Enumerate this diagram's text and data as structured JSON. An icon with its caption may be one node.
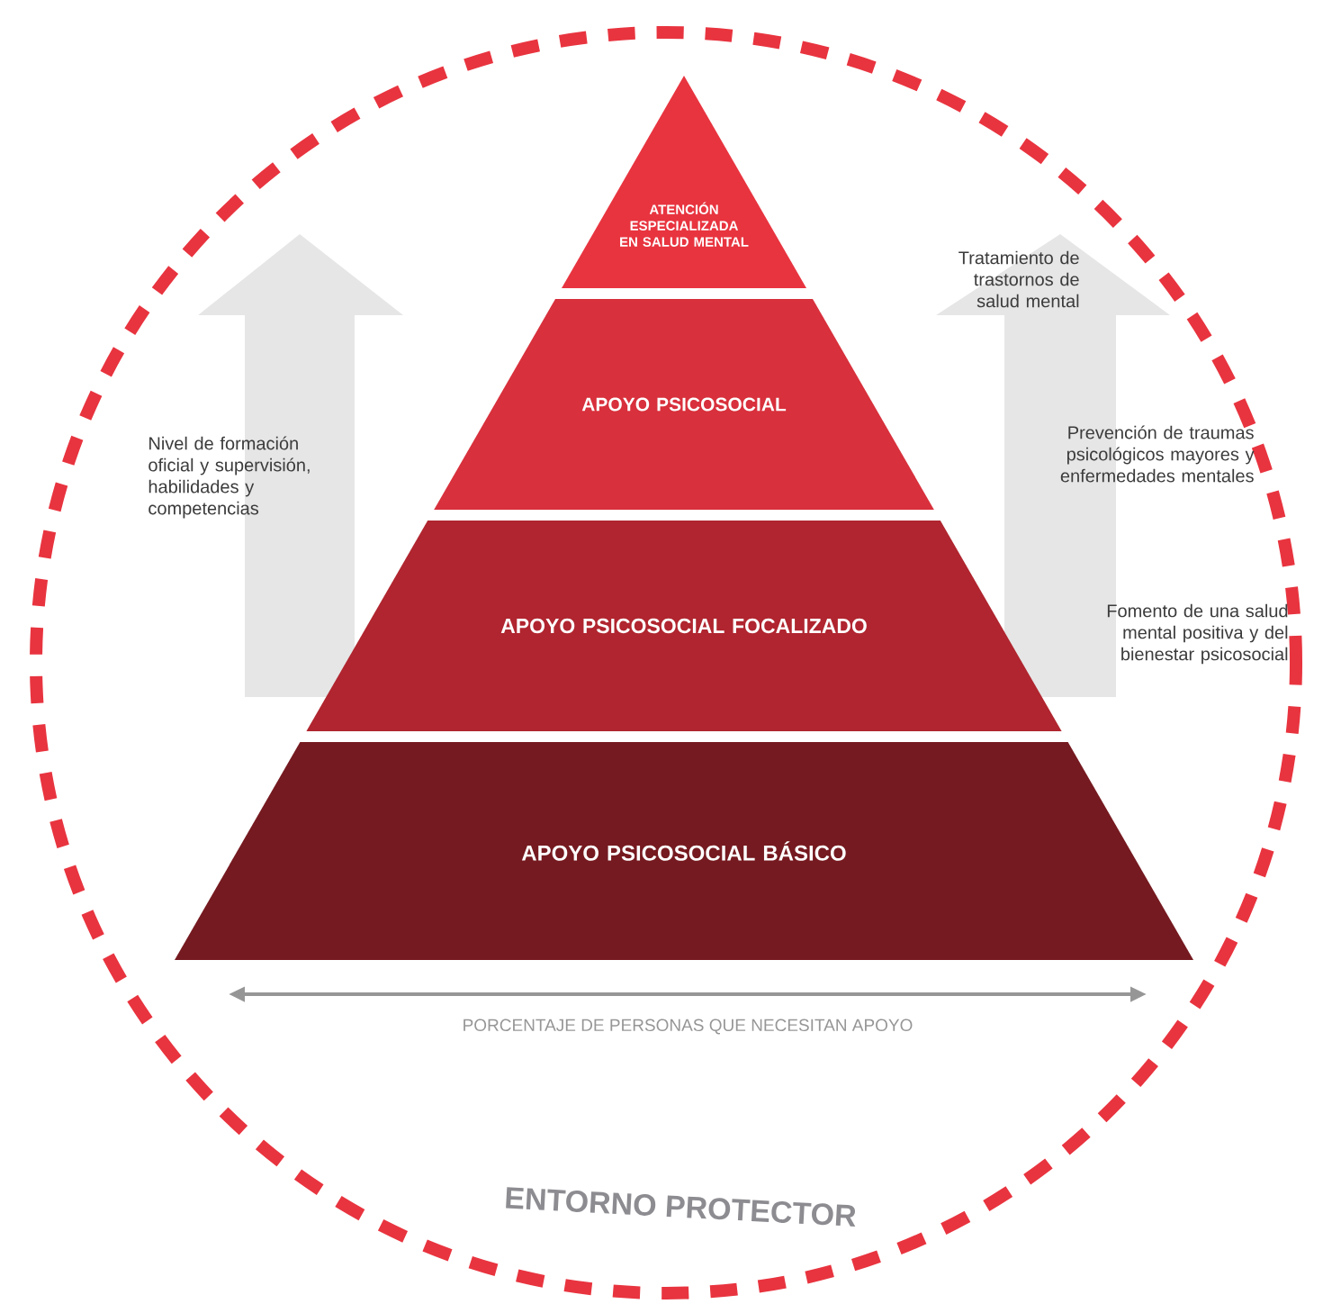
{
  "diagram": {
    "nodes": [
      {
        "text": [
          "ATENCIÓN ESPECIALIZADA EN SALUD MENTAL"
        ]
      },
      {
        "text": [
          "APOYO PSICOSOCIAL"
        ]
      },
      {
        "text": [
          "APOYO PSICOSOCIAL FOCALIZADO"
        ]
      },
      {
        "text": [
          "APOYO PSICOSOCIAL BÁSICO"
        ]
      }
    ],
    "edges": [],
    "labels": [
      "Tratamiento de trastornos de salud mental",
      "Nivel de formación oficial y supervisión, habilidades y competencias",
      "Prevención de traumas psicológicos mayores y enfermedades mentales",
      "Fomento de una salud mental positiva y del bienestar psicosocial",
      "PORCENTAJE DE PERSONAS QUE NECESITAN APOYO",
      "ENTORNO PROTECTOR"
    ]
  }
}
